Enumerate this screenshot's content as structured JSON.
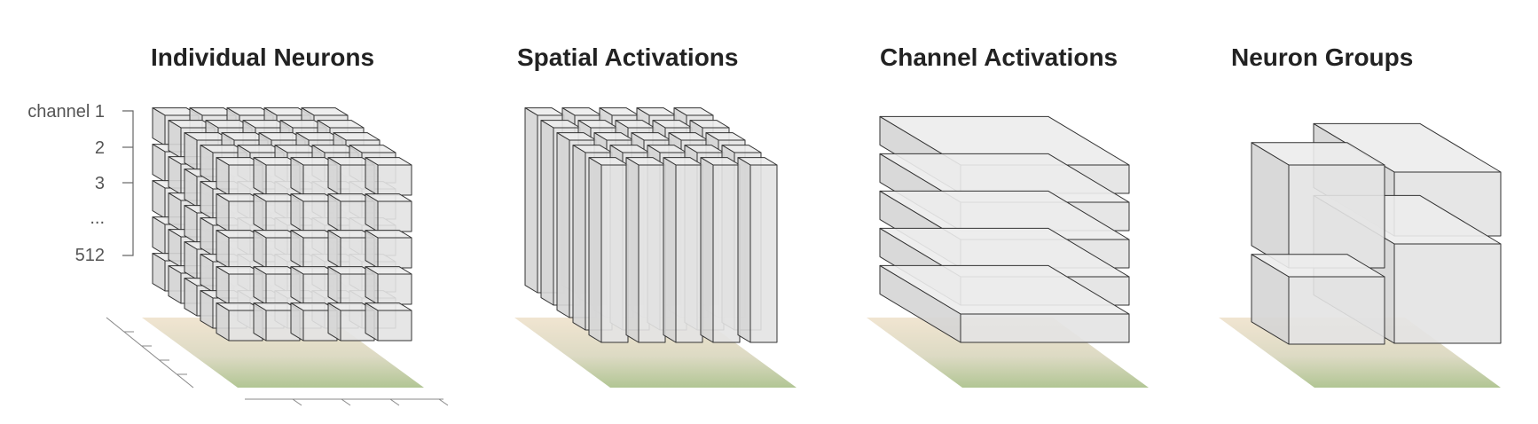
{
  "panels": [
    {
      "id": "individual-neurons",
      "title": "Individual Neurons"
    },
    {
      "id": "spatial-activations",
      "title": "Spatial Activations"
    },
    {
      "id": "channel-activations",
      "title": "Channel Activations"
    },
    {
      "id": "neuron-groups",
      "title": "Neuron Groups"
    }
  ],
  "channel_axis": {
    "labels": [
      "channel 1",
      "2",
      "3",
      "...",
      "512"
    ]
  },
  "colors": {
    "box_top": "#ececec",
    "box_front": "#e3e3e3",
    "box_side": "#d5d5d5",
    "box_stroke": "#333333",
    "title": "#222222",
    "axis": "#555555",
    "image_grass": "#a9bf88",
    "image_sand": "#efe2cc"
  }
}
